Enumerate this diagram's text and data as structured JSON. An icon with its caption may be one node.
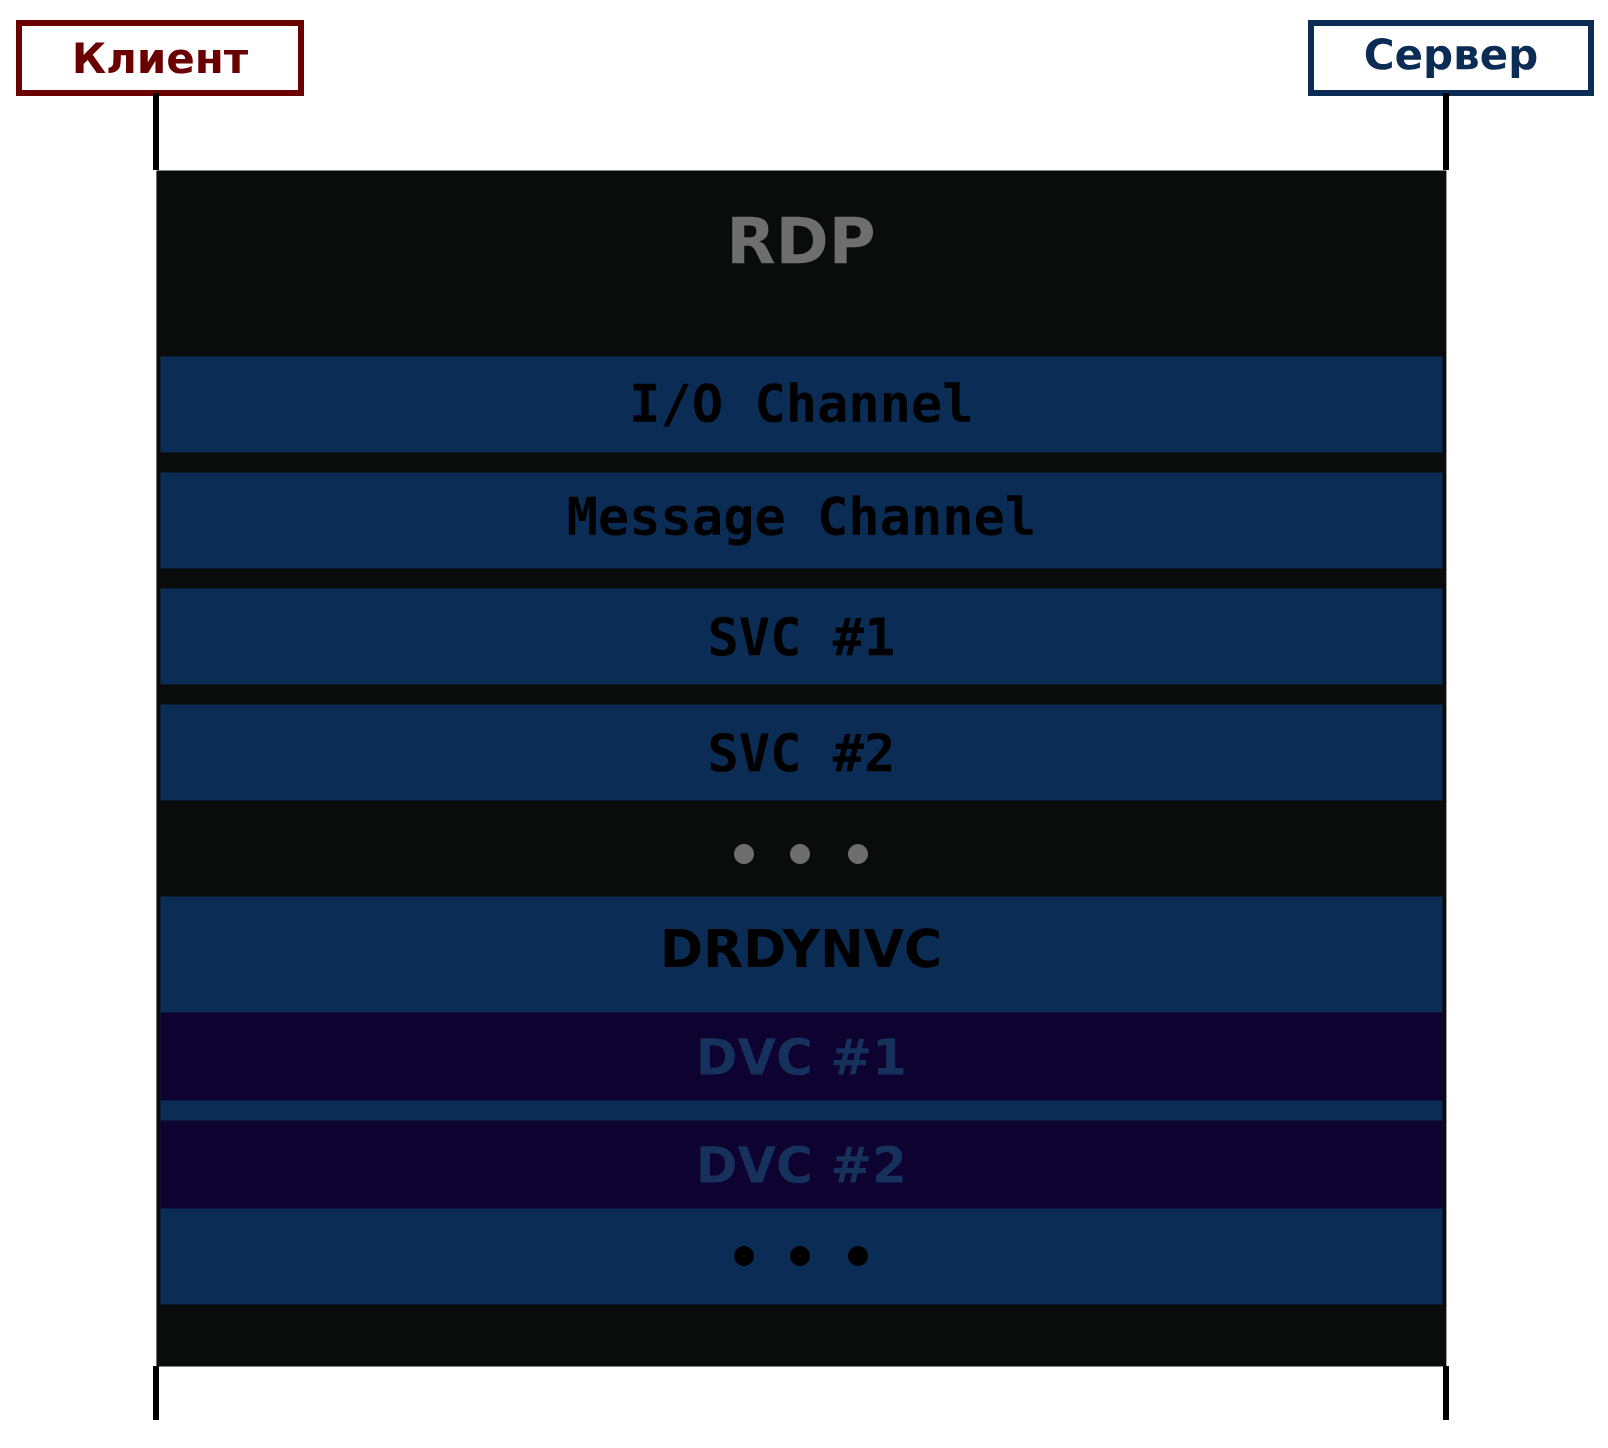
{
  "diagram": {
    "nodes": [
      {
        "text": [
          "Клиент"
        ]
      },
      {
        "text": [
          "Сервер"
        ]
      },
      {
        "text": [
          "RDP"
        ]
      },
      {
        "text": [
          "I/O Channel"
        ],
        "in": 2
      },
      {
        "text": [
          "Message Channel"
        ],
        "in": 2
      },
      {
        "text": [
          "SVC #1"
        ],
        "in": 2
      },
      {
        "text": [
          "SVC #2"
        ],
        "in": 2
      },
      {
        "text": [
          "DRDYNVC"
        ],
        "in": 2
      },
      {
        "text": [
          "DVC #1"
        ],
        "in": 7
      },
      {
        "text": [
          "DVC #2"
        ],
        "in": 7
      }
    ],
    "edges": [
      {
        "from": 0,
        "to": 2,
        "arrow": "none"
      },
      {
        "from": 1,
        "to": 2,
        "arrow": "none"
      }
    ]
  }
}
